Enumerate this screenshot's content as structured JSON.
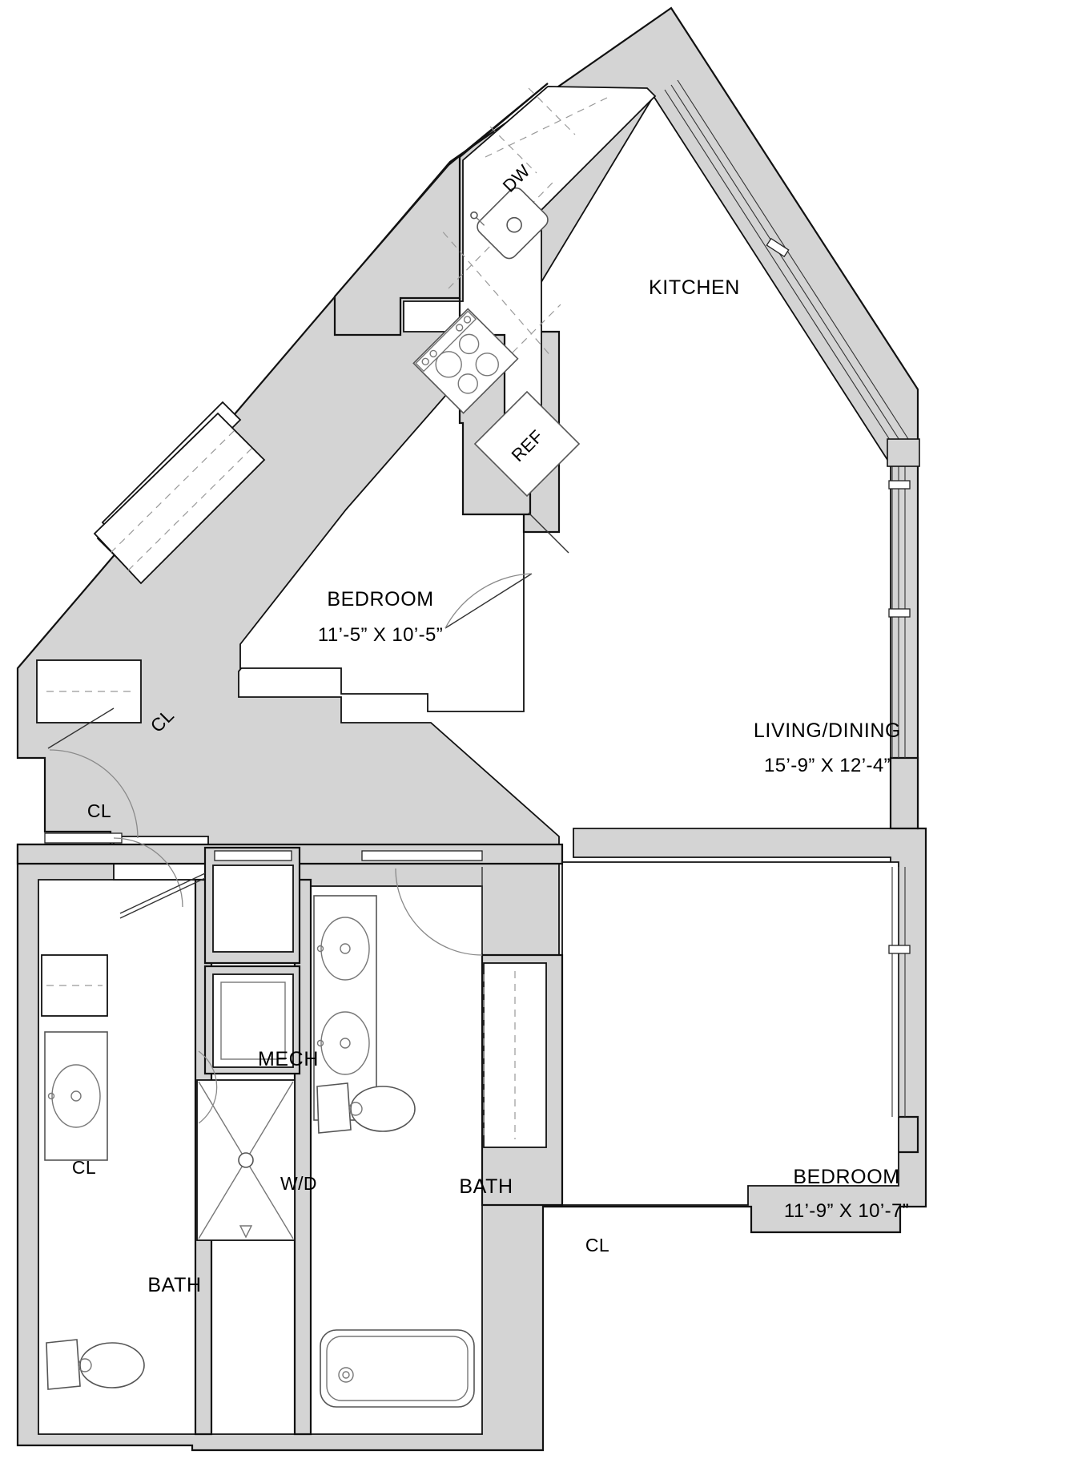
{
  "plan": {
    "type": "floor-plan",
    "unit_type": "2 bedroom 2 bath apartment",
    "background_color": "#ffffff",
    "wall_fill": "#d4d4d4",
    "wall_stroke": "#111111",
    "fixture_stroke": "#555555"
  },
  "rooms": [
    {
      "id": "kitchen",
      "label": "KITCHEN",
      "dimensions": ""
    },
    {
      "id": "bedroom1",
      "label": "BEDROOM",
      "dimensions": "11’-5” X 10’-5”"
    },
    {
      "id": "livingdin",
      "label": "LIVING/DINING",
      "dimensions": "15’-9” X 12’-4”"
    },
    {
      "id": "bedroom2",
      "label": "BEDROOM",
      "dimensions": "11’-9” X 10’-7”"
    },
    {
      "id": "bath1",
      "label": "BATH",
      "dimensions": ""
    },
    {
      "id": "bath2",
      "label": "BATH",
      "dimensions": ""
    },
    {
      "id": "mech",
      "label": "MECH",
      "dimensions": ""
    }
  ],
  "labels": {
    "kitchen": "KITCHEN",
    "bedroom1": "BEDROOM",
    "bedroom1_dim": "11’-5” X 10’-5”",
    "living": "LIVING/DINING",
    "living_dim": "15’-9” X 12’-4”",
    "bedroom2": "BEDROOM",
    "bedroom2_dim": "11’-9” X 10’-7”",
    "bath_left": "BATH",
    "bath_right": "BATH",
    "mech": "MECH",
    "washer_dryer": "W/D",
    "dishwasher": "DW",
    "refrigerator": "REF",
    "closet_bed1_walkin": "CL",
    "closet_entry": "CL",
    "closet_bath_left": "CL",
    "closet_bed2": "CL"
  },
  "fixtures": [
    {
      "name": "kitchen-sink",
      "room": "kitchen"
    },
    {
      "name": "dishwasher",
      "room": "kitchen",
      "label": "DW"
    },
    {
      "name": "range-cooktop",
      "room": "kitchen"
    },
    {
      "name": "refrigerator",
      "room": "kitchen",
      "label": "REF"
    },
    {
      "name": "double-vanity",
      "room": "bath2"
    },
    {
      "name": "toilet",
      "room": "bath2"
    },
    {
      "name": "bathtub",
      "room": "bath2"
    },
    {
      "name": "single-vanity",
      "room": "bath1"
    },
    {
      "name": "toilet",
      "room": "bath1"
    },
    {
      "name": "shower-stall",
      "room": "bath1"
    },
    {
      "name": "washer-dryer",
      "room": "bath1",
      "label": "W/D"
    }
  ]
}
